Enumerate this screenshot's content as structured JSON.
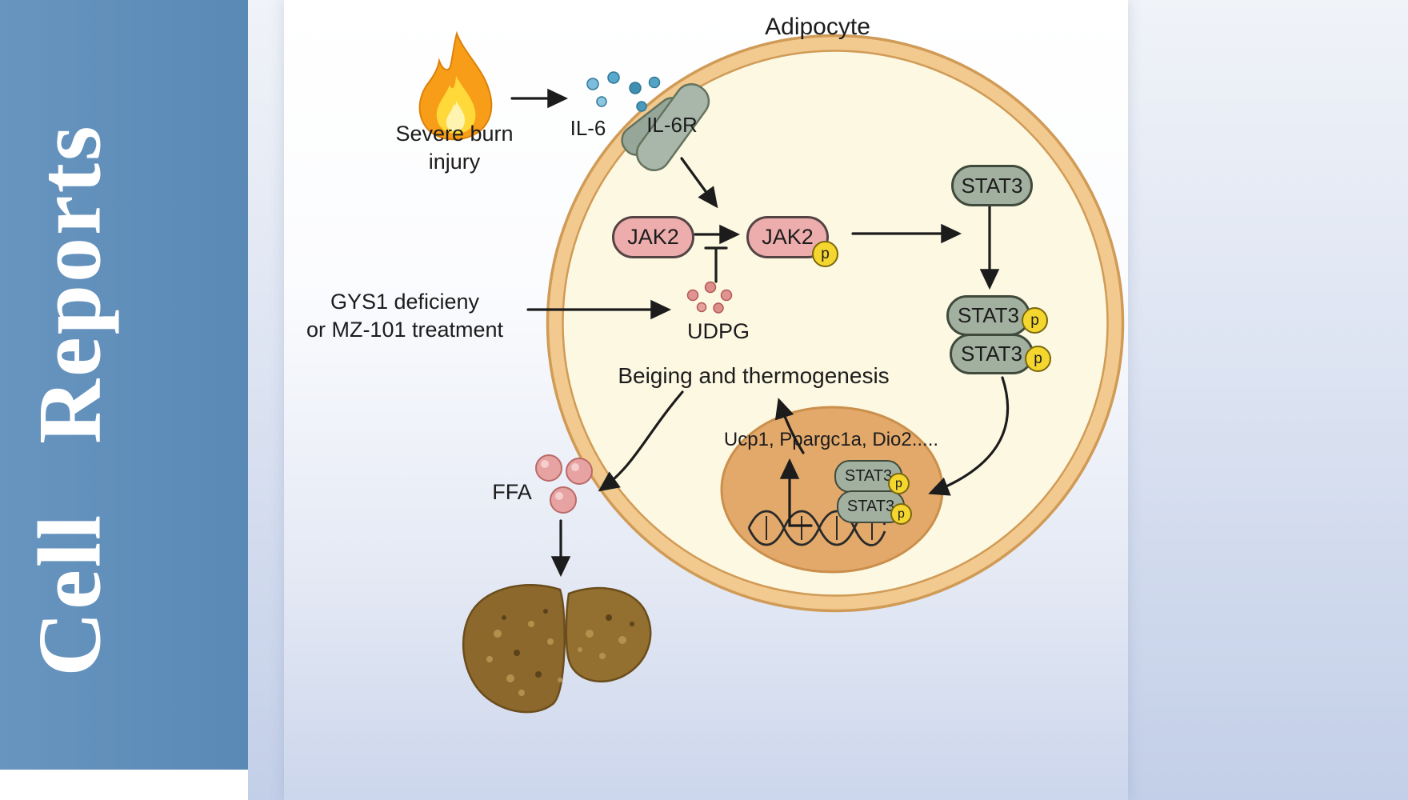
{
  "journal": {
    "title": "Cell Reports"
  },
  "diagram": {
    "title": "Adipocyte",
    "burn": {
      "line1": "Severe burn",
      "line2": "injury"
    },
    "ligand": "IL-6",
    "receptor": "IL-6R",
    "kinase": "JAK2",
    "phospho_tag": "p",
    "tf": "STAT3",
    "intervention": {
      "line1": "GYS1 deficieny",
      "line2": "or MZ-101 treatment"
    },
    "metabolite": "UDPG",
    "outcome": "Beiging and thermogenesis",
    "genes": "Ucp1, Ppargc1a, Dio2.....",
    "ffa": "FFA"
  },
  "palette": {
    "sidebar_blue": "#5f8fba",
    "cell_fill": "#fdf8e2",
    "membrane": "#f2c98e",
    "membrane_edge": "#d09b56",
    "jak2_pink": "#eeadad",
    "stat3_green": "#a2b09f",
    "phospho_yellow": "#f4d62e",
    "nucleus_tan": "#e3a96b",
    "il6_blue": "#58a7cc",
    "udpg_red": "#dd8d8a",
    "ffa_pink": "#e7a3a2",
    "liver_brown": "#8c682c",
    "fire_orange": "#f79d18",
    "fire_yellow": "#ffd83a"
  }
}
